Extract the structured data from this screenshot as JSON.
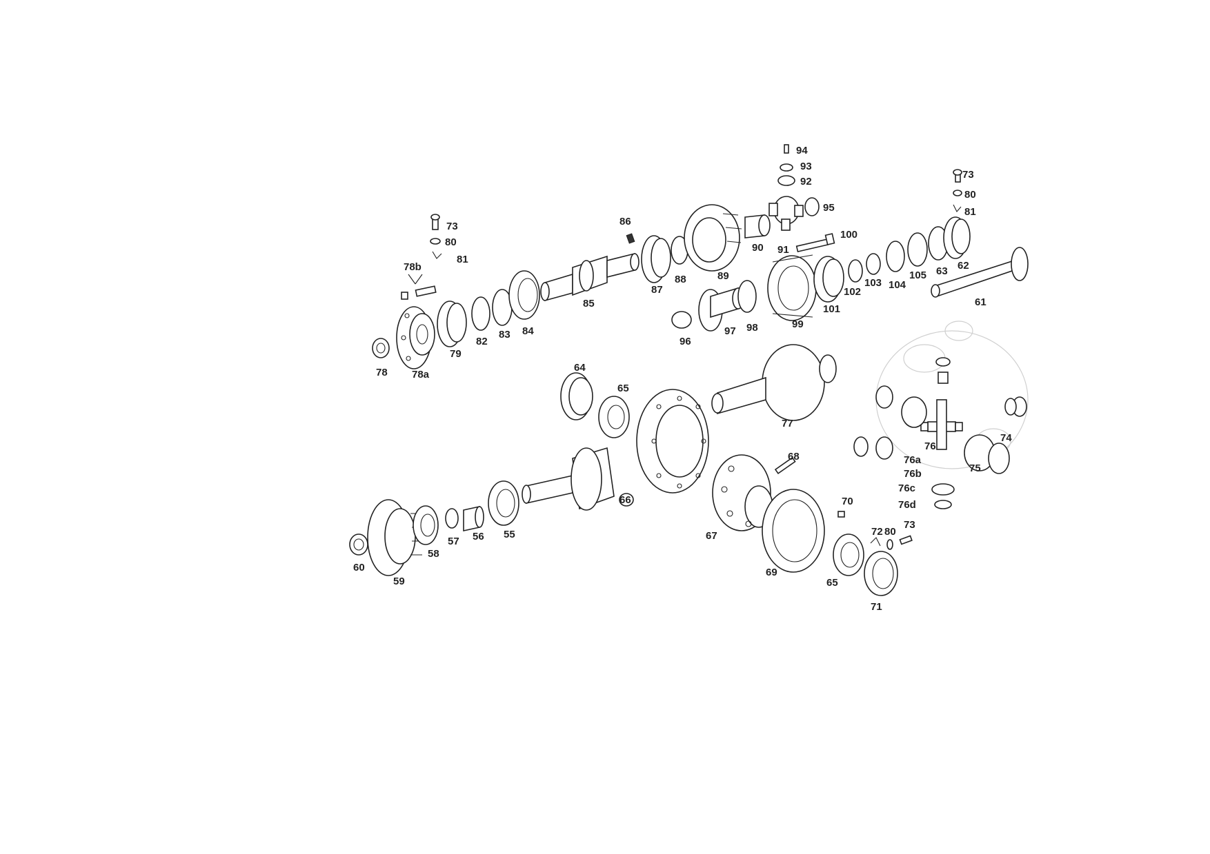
{
  "labels": {
    "n55": "55",
    "n56": "56",
    "n57": "57",
    "n58": "58",
    "n59": "59",
    "n60": "60",
    "n61": "61",
    "n62": "62",
    "n63": "63",
    "n64": "64",
    "n65a": "65",
    "n65b": "65",
    "n66": "66",
    "n67": "67",
    "n68": "68",
    "n69": "69",
    "n70": "70",
    "n71": "71",
    "n72": "72",
    "n73a": "73",
    "n73b": "73",
    "n73c": "73",
    "n74": "74",
    "n75": "75",
    "n76": "76",
    "n76a": "76a",
    "n76b": "76b",
    "n76c": "76c",
    "n76d": "76d",
    "n77": "77",
    "n78": "78",
    "n78a": "78a",
    "n78b": "78b",
    "n79": "79",
    "n80a": "80",
    "n80b": "80",
    "n80c": "80",
    "n81a": "81",
    "n81b": "81",
    "n82": "82",
    "n83": "83",
    "n84": "84",
    "n85": "85",
    "n86": "86",
    "n87": "87",
    "n88": "88",
    "n89": "89",
    "n90": "90",
    "n91": "91",
    "n92": "92",
    "n93": "93",
    "n94": "94",
    "n95": "95",
    "n96": "96",
    "n97": "97",
    "n98": "98",
    "n99": "99",
    "n100": "100",
    "n101": "101",
    "n102": "102",
    "n103": "103",
    "n104": "104",
    "n105": "105"
  }
}
